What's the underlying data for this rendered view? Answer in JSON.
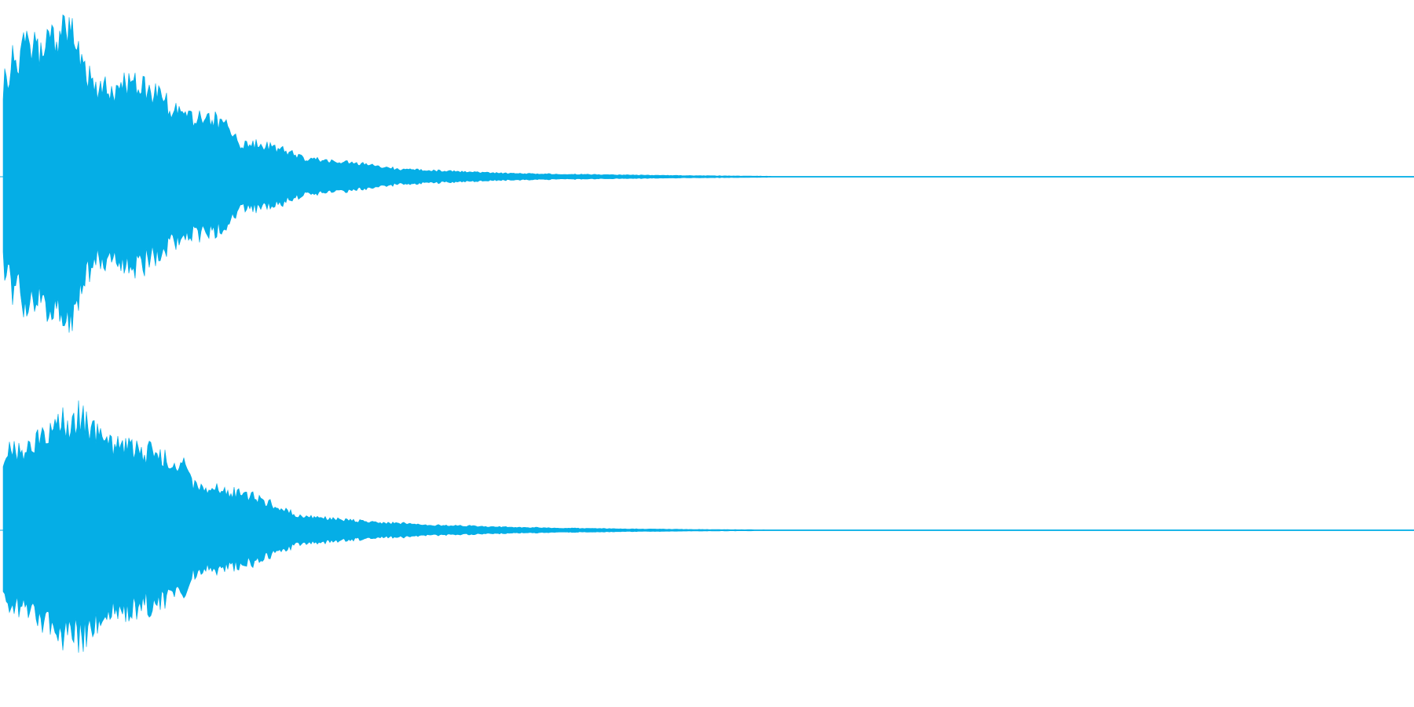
{
  "waveform": {
    "color": "#05aee6",
    "background": "#ffffff",
    "channels": [
      {
        "name": "channel-1",
        "envelope": [
          {
            "t": 0.0,
            "a": 0.42
          },
          {
            "t": 0.003,
            "a": 0.62
          },
          {
            "t": 0.01,
            "a": 0.78
          },
          {
            "t": 0.02,
            "a": 0.85
          },
          {
            "t": 0.03,
            "a": 0.82
          },
          {
            "t": 0.045,
            "a": 0.97
          },
          {
            "t": 0.055,
            "a": 0.86
          },
          {
            "t": 0.065,
            "a": 0.6
          },
          {
            "t": 0.08,
            "a": 0.55
          },
          {
            "t": 0.095,
            "a": 0.62
          },
          {
            "t": 0.11,
            "a": 0.55
          },
          {
            "t": 0.125,
            "a": 0.42
          },
          {
            "t": 0.14,
            "a": 0.38
          },
          {
            "t": 0.16,
            "a": 0.36
          },
          {
            "t": 0.168,
            "a": 0.22
          },
          {
            "t": 0.185,
            "a": 0.21
          },
          {
            "t": 0.2,
            "a": 0.18
          },
          {
            "t": 0.215,
            "a": 0.12
          },
          {
            "t": 0.24,
            "a": 0.1
          },
          {
            "t": 0.26,
            "a": 0.08
          },
          {
            "t": 0.28,
            "a": 0.05
          },
          {
            "t": 0.32,
            "a": 0.035
          },
          {
            "t": 0.36,
            "a": 0.022
          },
          {
            "t": 0.42,
            "a": 0.014
          },
          {
            "t": 0.48,
            "a": 0.008
          },
          {
            "t": 0.54,
            "a": 0.004
          },
          {
            "t": 0.56,
            "a": 0.0
          }
        ]
      },
      {
        "name": "channel-2",
        "envelope": [
          {
            "t": 0.0,
            "a": 0.4
          },
          {
            "t": 0.005,
            "a": 0.5
          },
          {
            "t": 0.02,
            "a": 0.52
          },
          {
            "t": 0.03,
            "a": 0.6
          },
          {
            "t": 0.045,
            "a": 0.7
          },
          {
            "t": 0.055,
            "a": 0.75
          },
          {
            "t": 0.065,
            "a": 0.68
          },
          {
            "t": 0.08,
            "a": 0.55
          },
          {
            "t": 0.095,
            "a": 0.52
          },
          {
            "t": 0.11,
            "a": 0.5
          },
          {
            "t": 0.125,
            "a": 0.46
          },
          {
            "t": 0.134,
            "a": 0.4
          },
          {
            "t": 0.137,
            "a": 0.3
          },
          {
            "t": 0.15,
            "a": 0.28
          },
          {
            "t": 0.17,
            "a": 0.24
          },
          {
            "t": 0.19,
            "a": 0.18
          },
          {
            "t": 0.21,
            "a": 0.1
          },
          {
            "t": 0.24,
            "a": 0.07
          },
          {
            "t": 0.27,
            "a": 0.05
          },
          {
            "t": 0.3,
            "a": 0.035
          },
          {
            "t": 0.34,
            "a": 0.025
          },
          {
            "t": 0.38,
            "a": 0.016
          },
          {
            "t": 0.44,
            "a": 0.009
          },
          {
            "t": 0.5,
            "a": 0.005
          },
          {
            "t": 0.56,
            "a": 0.002
          },
          {
            "t": 0.57,
            "a": 0.0
          }
        ]
      }
    ]
  }
}
